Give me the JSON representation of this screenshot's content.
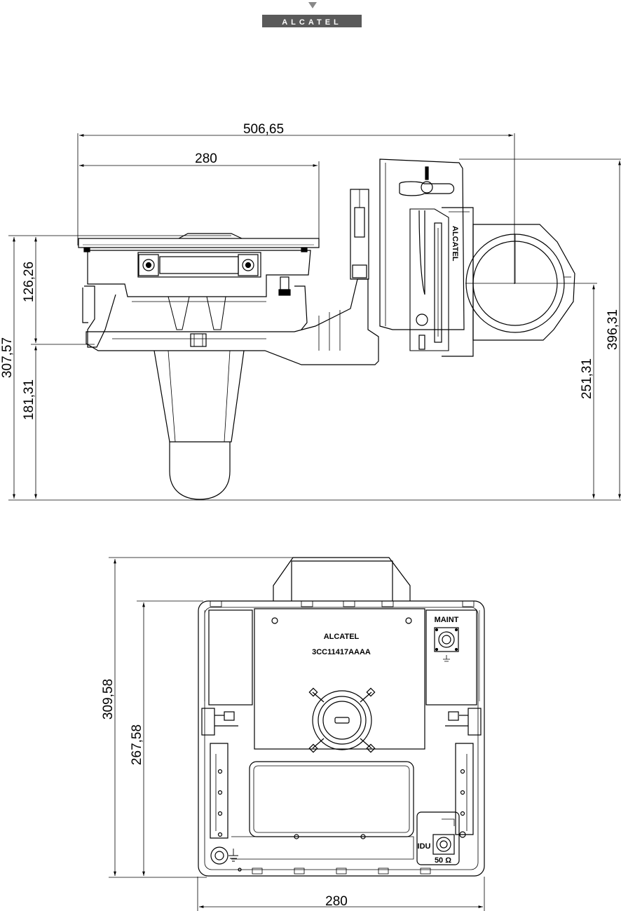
{
  "brand": {
    "logo_text": "ALCATEL",
    "logo_bg": "#5a5a5a",
    "logo_fg": "#ffffff"
  },
  "side_view": {
    "dim_total_width": "506,65",
    "dim_width": "280",
    "dim_total_height": "307,57",
    "dim_upper_height": "126,26",
    "dim_lower_height": "181,31",
    "dim_mount_height": "396,31",
    "dim_axis_height": "251,31",
    "bracket_label": "ALCATEL"
  },
  "front_view": {
    "dim_overall_height": "309,58",
    "dim_body_height": "267,58",
    "dim_width": "280",
    "brand_label": "ALCATEL",
    "part_number": "3CC11417AAAA",
    "maint_label": "MAINT",
    "idu_label": "IDU",
    "impedance_label": "50 Ω"
  },
  "colors": {
    "line": "#000000",
    "background": "#ffffff"
  }
}
